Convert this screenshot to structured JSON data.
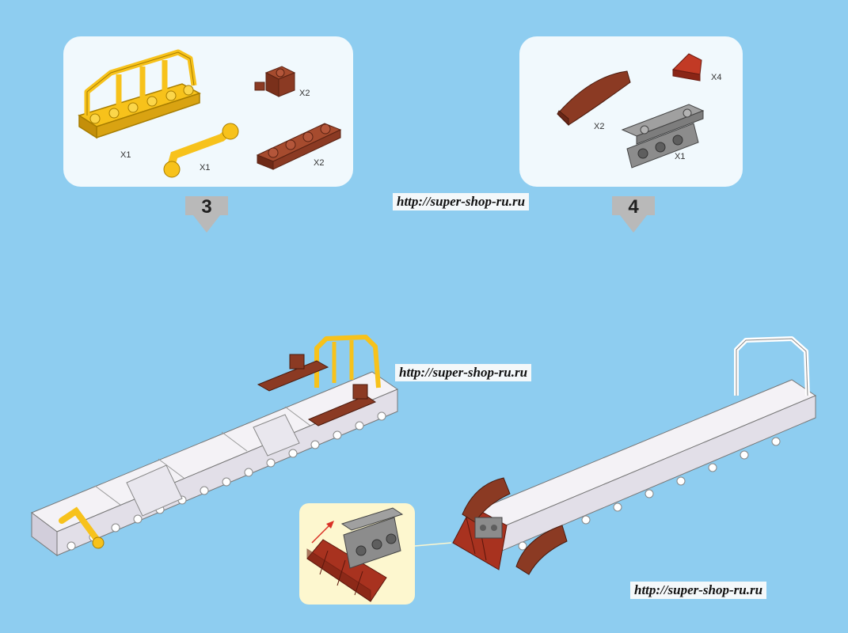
{
  "step3": {
    "number": "3",
    "parts": [
      {
        "name": "yellow-railing-plate",
        "qty": "X1"
      },
      {
        "name": "yellow-handle-bar",
        "qty": "X1"
      },
      {
        "name": "brown-clip-brick",
        "qty": "X2"
      },
      {
        "name": "brown-plate-1x4",
        "qty": "X2"
      }
    ]
  },
  "step4": {
    "number": "4",
    "parts": [
      {
        "name": "red-slope-small",
        "qty": "X4"
      },
      {
        "name": "brown-curved-slope",
        "qty": "X2"
      },
      {
        "name": "gray-bracket-plate",
        "qty": "X1"
      }
    ]
  },
  "watermark": {
    "top": "http://super-shop-ru.ru",
    "middle": "http://super-shop-ru.ru",
    "bottom": "http://super-shop-ru.ru"
  },
  "colors": {
    "background": "#8ecdf0",
    "yellow": "#f7c21b",
    "brown": "#8b3a23",
    "red": "#a8321f",
    "gray": "#8c8c8c"
  }
}
